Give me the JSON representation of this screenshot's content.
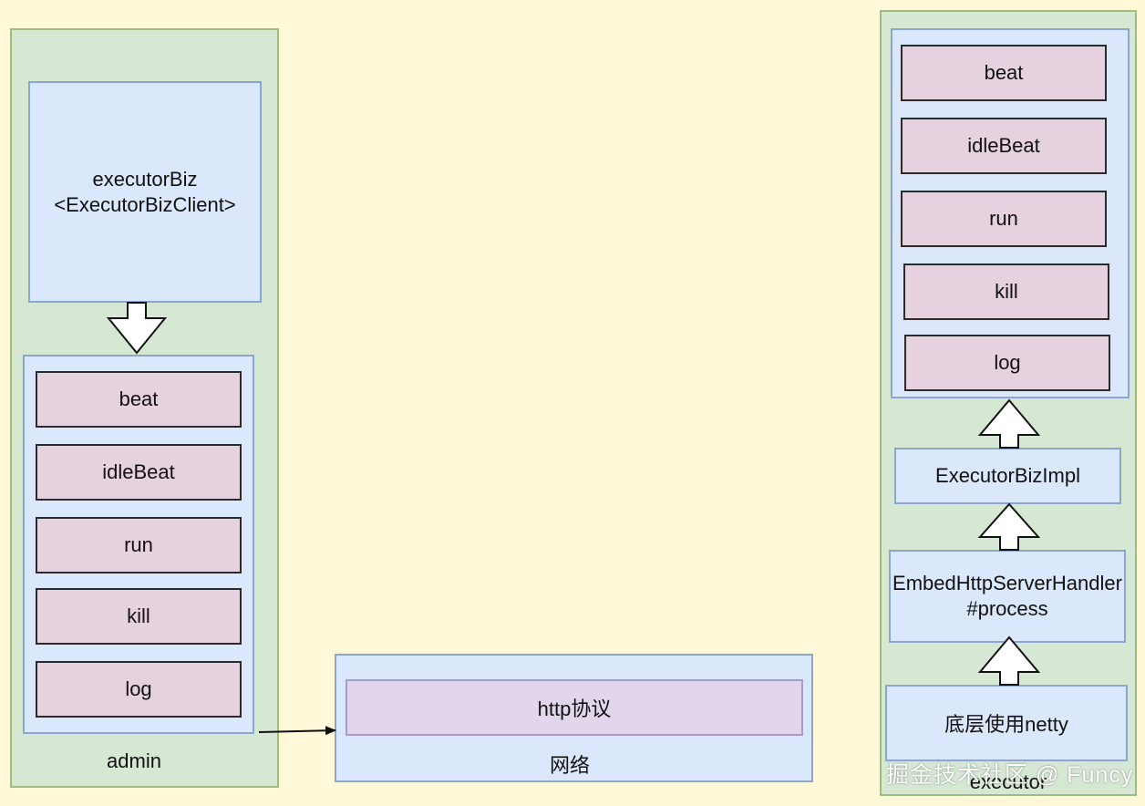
{
  "admin": {
    "label": "admin",
    "client_line1": "executorBiz",
    "client_line2": "<ExecutorBizClient>",
    "methods": [
      "beat",
      "idleBeat",
      "run",
      "kill",
      "log"
    ]
  },
  "network": {
    "label": "网络",
    "protocol": "http协议"
  },
  "executor": {
    "label": "executor",
    "methods": [
      "beat",
      "idleBeat",
      "run",
      "kill",
      "log"
    ],
    "impl": "ExecutorBizImpl",
    "handler_line1": "EmbedHttpServerHandler",
    "handler_line2": "#process",
    "transport": "底层使用netty"
  },
  "watermark": "掘金技术社区 @ Funcy"
}
